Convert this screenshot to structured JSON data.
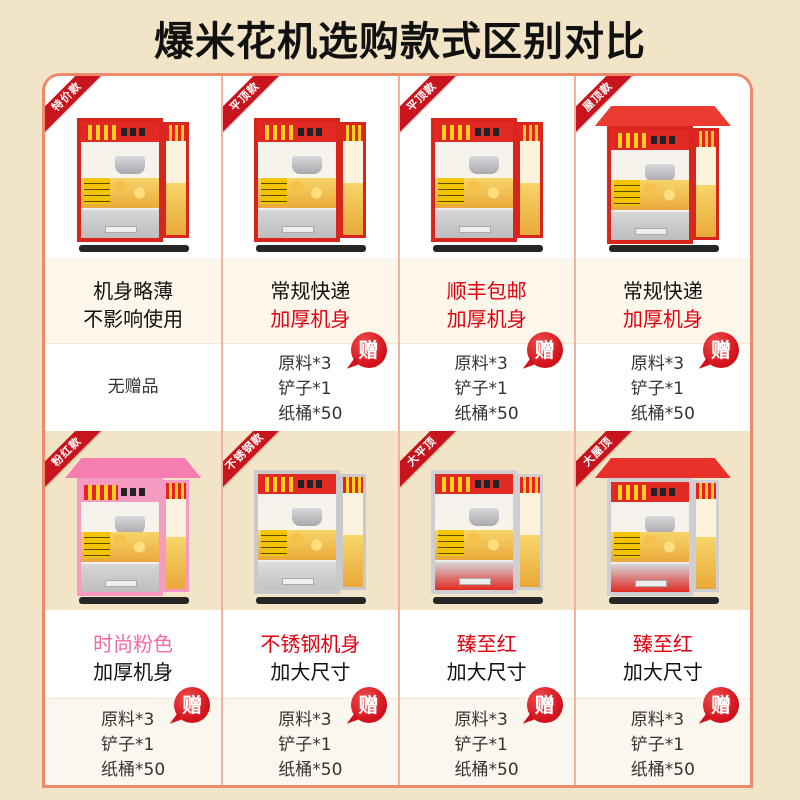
{
  "title": "爆米花机选购款式区别对比",
  "comparison": {
    "rows": [
      {
        "products": [
          {
            "tag": "特价款",
            "lines": [
              {
                "text": "机身略薄",
                "color": "#111111"
              },
              {
                "text": "不影响使用",
                "color": "#111111"
              }
            ],
            "gifts": [
              "无赠品"
            ],
            "gift_badge": null,
            "machine": {
              "frame_color": "#d8261d",
              "header_color": "#e02a22",
              "roof_color": "none",
              "drawer_color": "#d6d6d8",
              "drawer_base": "#bdbdc0",
              "icon": "popcorn-machine-flat-red"
            }
          },
          {
            "tag": "平顶款",
            "lines": [
              {
                "text": "常规快递",
                "color": "#111111"
              },
              {
                "text": "加厚机身",
                "color": "#e0000f"
              }
            ],
            "gifts": [
              "原料*3",
              "铲子*1",
              "纸桶*50"
            ],
            "gift_badge": "赠",
            "machine": {
              "frame_color": "#d8261d",
              "header_color": "#e02a22",
              "roof_color": "none",
              "drawer_color": "#d6d6d8",
              "drawer_base": "#bdbdc0",
              "icon": "popcorn-machine-flat-red"
            }
          },
          {
            "tag": "平顶款",
            "lines": [
              {
                "text": "顺丰包邮",
                "color": "#e0000f"
              },
              {
                "text": "加厚机身",
                "color": "#e0000f"
              }
            ],
            "gifts": [
              "原料*3",
              "铲子*1",
              "纸桶*50"
            ],
            "gift_badge": "赠",
            "machine": {
              "frame_color": "#d8261d",
              "header_color": "#e02a22",
              "roof_color": "none",
              "drawer_color": "#d6d6d8",
              "drawer_base": "#bdbdc0",
              "icon": "popcorn-machine-flat-red"
            }
          },
          {
            "tag": "屋顶款",
            "lines": [
              {
                "text": "常规快递",
                "color": "#111111"
              },
              {
                "text": "加厚机身",
                "color": "#e0000f"
              }
            ],
            "gifts": [
              "原料*3",
              "铲子*1",
              "纸桶*50"
            ],
            "gift_badge": "赠",
            "machine": {
              "frame_color": "#d8261d",
              "header_color": "#e02a22",
              "roof_color": "#ec3b33",
              "drawer_color": "#d6d6d8",
              "drawer_base": "#bdbdc0",
              "icon": "popcorn-machine-roof-red"
            }
          }
        ]
      },
      {
        "products": [
          {
            "tag": "粉红款",
            "lines": [
              {
                "text": "时尚粉色",
                "color": "#f26aa6"
              },
              {
                "text": "加厚机身",
                "color": "#111111"
              }
            ],
            "gifts": [
              "原料*3",
              "铲子*1",
              "纸桶*50"
            ],
            "gift_badge": "赠",
            "machine": {
              "frame_color": "#f59ac0",
              "header_color": "#f59ac0",
              "roof_color": "#f47eb0",
              "drawer_color": "#d6d6d8",
              "drawer_base": "#bdbdc0",
              "icon": "popcorn-machine-roof-pink"
            }
          },
          {
            "tag": "不锈钢款",
            "lines": [
              {
                "text": "不锈钢机身",
                "color": "#e0000f"
              },
              {
                "text": "加大尺寸",
                "color": "#111111"
              }
            ],
            "gifts": [
              "原料*3",
              "铲子*1",
              "纸桶*50"
            ],
            "gift_badge": "赠",
            "machine": {
              "frame_color": "#c9c9cc",
              "header_color": "#e02a22",
              "roof_color": "none",
              "drawer_color": "#dcdcde",
              "drawer_base": "#c4c4c7",
              "icon": "popcorn-machine-stainless"
            }
          },
          {
            "tag": "大平顶",
            "lines": [
              {
                "text": "臻至红",
                "color": "#e0000f"
              },
              {
                "text": "加大尺寸",
                "color": "#111111"
              }
            ],
            "gifts": [
              "原料*3",
              "铲子*1",
              "纸桶*50"
            ],
            "gift_badge": "赠",
            "machine": {
              "frame_color": "#cfcfd2",
              "header_color": "#e02a22",
              "roof_color": "none",
              "drawer_color": "#d6d6d8",
              "drawer_base": "#e02a22",
              "icon": "popcorn-machine-large-flat"
            }
          },
          {
            "tag": "大屋顶",
            "lines": [
              {
                "text": "臻至红",
                "color": "#e0000f"
              },
              {
                "text": "加大尺寸",
                "color": "#111111"
              }
            ],
            "gifts": [
              "原料*3",
              "铲子*1",
              "纸桶*50"
            ],
            "gift_badge": "赠",
            "machine": {
              "frame_color": "#cfcfd2",
              "header_color": "#e02a22",
              "roof_color": "#e8312a",
              "drawer_color": "#d6d6d8",
              "drawer_base": "#e02a22",
              "icon": "popcorn-machine-large-roof"
            }
          }
        ]
      }
    ]
  },
  "colors": {
    "page_background": "#f2e4c6",
    "table_border": "#ee8a6c",
    "column_divider": "#f1b3a0",
    "ribbon": "#c8141c",
    "accent_red": "#e0000f",
    "accent_pink": "#f26aa6",
    "badge_red": "#d1101a"
  }
}
